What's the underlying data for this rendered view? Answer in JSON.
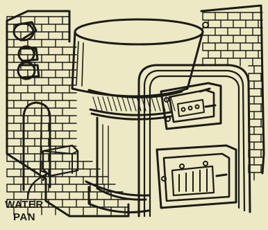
{
  "diagram": {
    "labels": [
      {
        "id": "water-pan",
        "lines": [
          "WATER",
          "PAN"
        ]
      }
    ],
    "colors": {
      "background": "#ece9c4",
      "ink": "#1b1a14",
      "brick_fill": "#e6e2b8",
      "fire_glow": "#cfc9a0"
    }
  }
}
